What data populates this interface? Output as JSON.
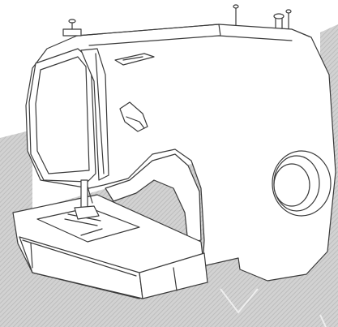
{
  "illustration": {
    "subject": "sewing-machine",
    "style": "line-drawing",
    "line_color": "#3a3a3a",
    "fill_color": "#ffffff",
    "background_pattern": "diagonal-hatch"
  }
}
